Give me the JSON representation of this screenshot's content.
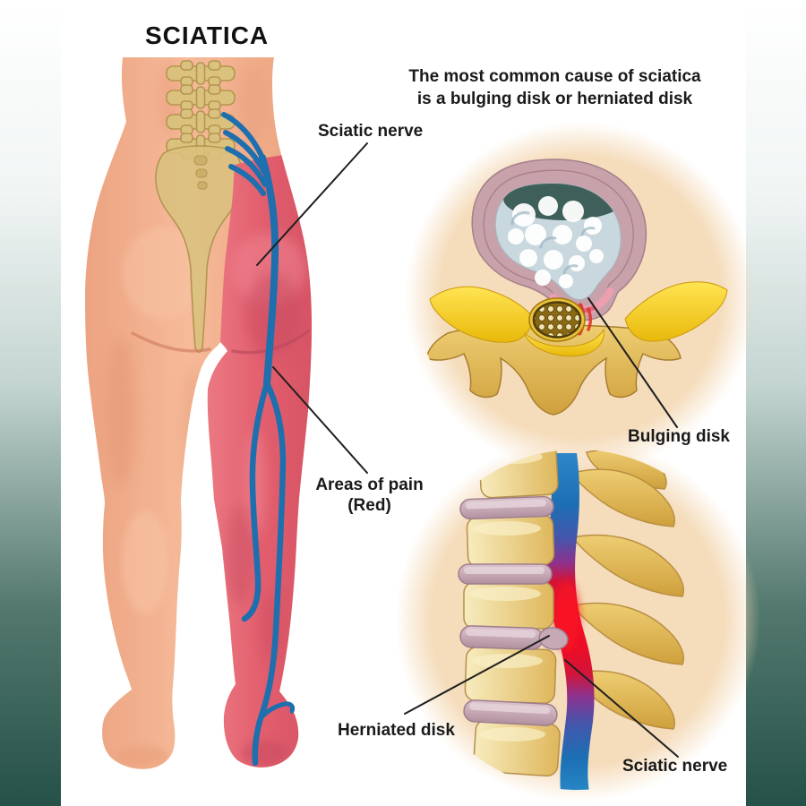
{
  "page": {
    "title": "SCIATICA",
    "caption_line1": "The most common cause of sciatica",
    "caption_line2": "is a bulging disk or herniated disk"
  },
  "labels": {
    "sciatic_nerve_top": "Sciatic nerve",
    "areas_of_pain_1": "Areas of pain",
    "areas_of_pain_2": "(Red)",
    "bulging_disk": "Bulging disk",
    "herniated_disk": "Herniated disk",
    "sciatic_nerve_bottom": "Sciatic nerve"
  },
  "colors": {
    "background": "#ffffff",
    "side_gradient_top": "#ffffff",
    "side_gradient_bottom": "#255149",
    "skin": "#f3b090",
    "skin_shadow": "#df8f6e",
    "pain_area_red": "#e25a6c",
    "sciatic_nerve_blue": "#1e6fae",
    "spine_tan": "#dac27e",
    "inset_circle_bg": "#f5dcbb",
    "disk_annulus_mauve": "#c7a2ab",
    "nucleus_blue_gray": "#c9d8de",
    "nucleus_dark_teal": "#3e5f5a",
    "ligament_yellow": "#ffd60a",
    "vertebra_gold": "#e6be55",
    "side_disk_mauve": "#c9a9b6",
    "compressed_nerve_red": "#ec0e28",
    "label_text": "#1a1a1a"
  }
}
